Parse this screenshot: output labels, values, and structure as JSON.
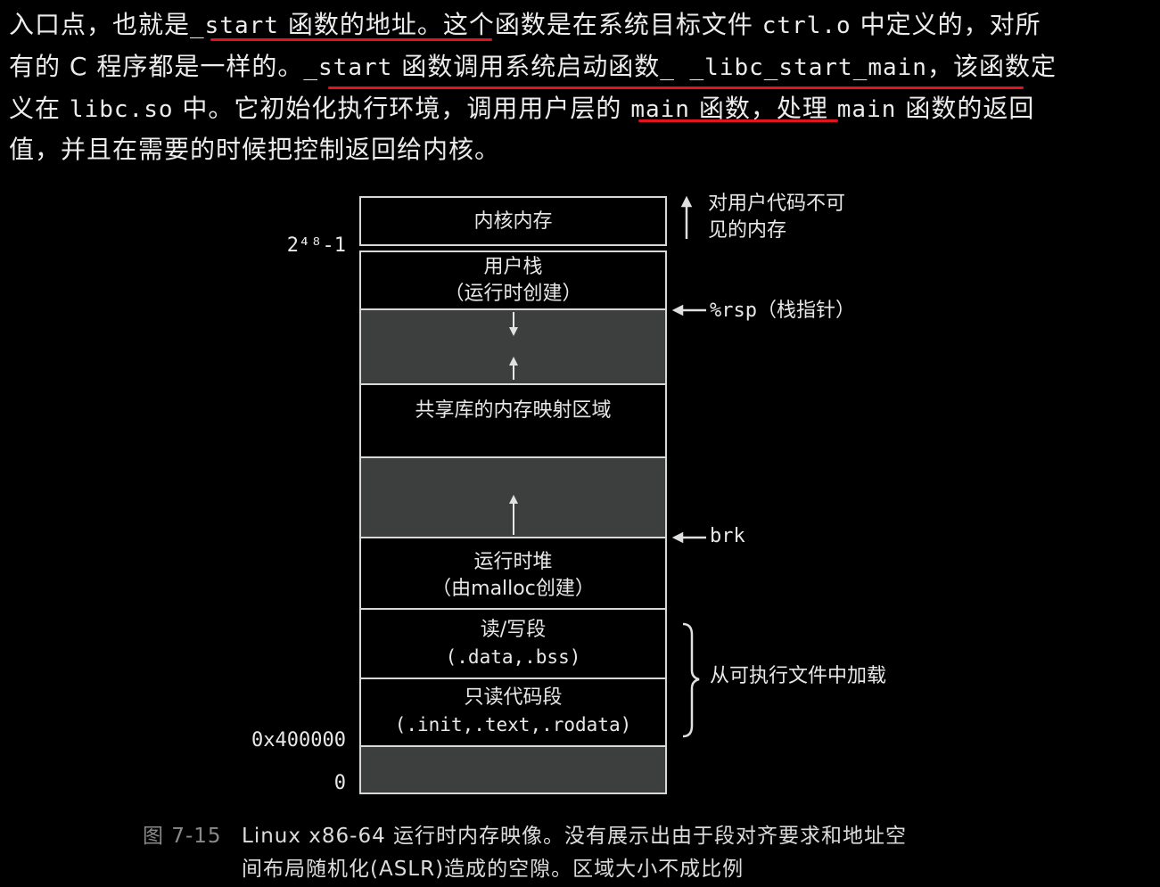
{
  "paragraph": {
    "line1": {
      "t1": "入口点，也就是",
      "t2": "_start",
      "t3": "函数的地址。这个函数是在系统目标文件",
      "t4": "ctrl.o",
      "t5": "中定义的，对所"
    },
    "line2": {
      "t1": "有的 C 程序都是一样的。",
      "t2": "_start",
      "t3": "函数调用系统启动函数",
      "t4": "_ _libc_start_main",
      "t5": "，该函数定"
    },
    "line3": {
      "t1": "义在",
      "t2": "libc.so",
      "t3": "中。它初始化执行环境，调用用户层的",
      "t4": "main",
      "t5": "函数，处理",
      "t6": "main",
      "t7": "函数的返回"
    },
    "line4": {
      "t1": "值，并且在需要的时候把控制返回给内核。"
    }
  },
  "diagram": {
    "segments": {
      "kernel": "内核内存",
      "user_stack_title": "用户栈",
      "user_stack_sub": "（运行时创建）",
      "shared_libs": "共享库的内存映射区域",
      "heap_title": "运行时堆",
      "heap_sub": "（由malloc创建）",
      "rw_title": "读/写段",
      "rw_sub": "(.data,.bss)",
      "ro_title": "只读代码段",
      "ro_sub": "(.init,.text,.rodata)"
    },
    "addresses": {
      "top": "2⁴⁸-1",
      "text_start": "0x400000",
      "zero": "0"
    },
    "annotations": {
      "invisible_line1": "对用户代码不可",
      "invisible_line2": "见的内存",
      "rsp_reg": "%rsp",
      "rsp_desc": "（栈指针）",
      "brk": "brk",
      "loaded": "从可执行文件中加载"
    },
    "caption": {
      "number": "图 7-15",
      "line1": "Linux x86-64 运行时内存映像。没有展示出由于段对齐要求和地址空",
      "line2": "间布局随机化(ASLR)造成的空隙。区域大小不成比例"
    }
  },
  "colors": {
    "background": "#000000",
    "text": "#e8e8e8",
    "gray_region": "#3d3f3e",
    "underline": "#e0151f"
  }
}
